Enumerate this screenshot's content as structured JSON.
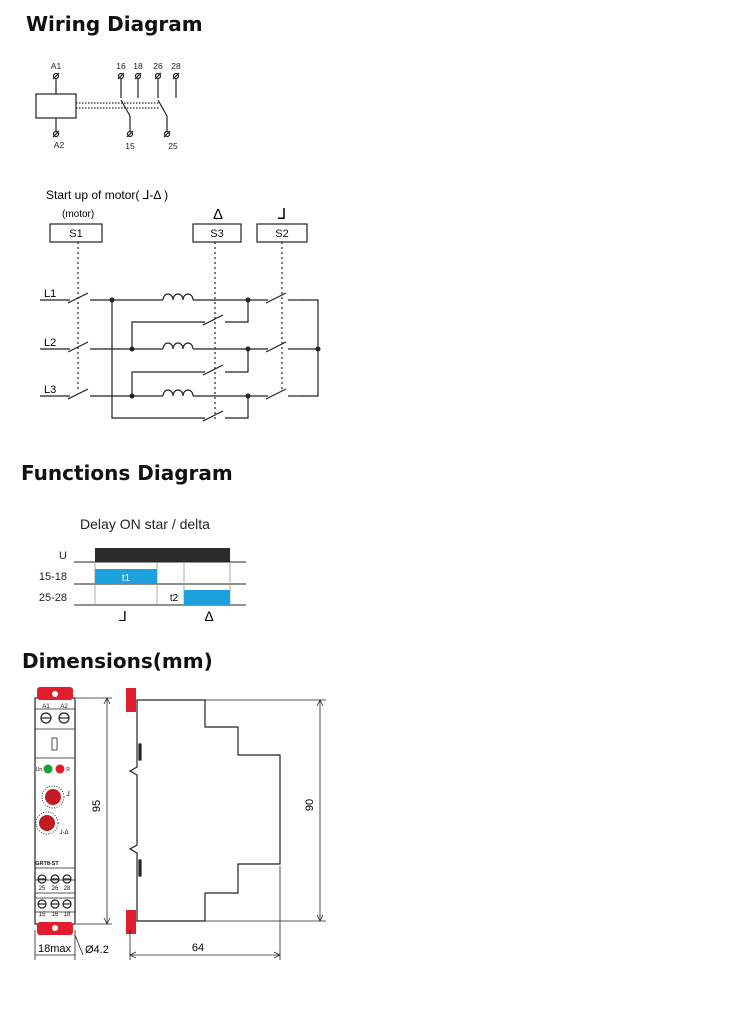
{
  "headings": {
    "wiring": "Wiring Diagram",
    "functions": "Functions Diagram",
    "dimensions": "Dimensions(mm)"
  },
  "wiring": {
    "terminals_top": [
      "A1",
      "16",
      "18",
      "26",
      "28"
    ],
    "terminals_bottom": [
      "A2",
      "15",
      "25"
    ]
  },
  "motor": {
    "caption": "Start up of motor(  ⅃-Δ  )",
    "motor_label": "(motor)",
    "switch_labels": [
      "S1",
      "S3",
      "S2"
    ],
    "delta_symbol": "Δ",
    "star_symbol": "⅃",
    "line_labels": [
      "L1",
      "L2",
      "L3"
    ]
  },
  "functions": {
    "title": "Delay ON star / delta",
    "rows": [
      "U",
      "15-18",
      "25-28"
    ],
    "t1": "t1",
    "t2": "t2",
    "star_symbol": "⅃",
    "delta_symbol": "Δ",
    "colors": {
      "supply": "#2b2b2b",
      "contact": "#1da1dc"
    }
  },
  "dimensions": {
    "front": {
      "top_terminals": [
        "A1",
        "A2"
      ],
      "led_un": "Un",
      "led_r": "R",
      "knob_mark_star": "⅃",
      "knob_mark_stardelta": "⅃-Δ",
      "model": "GRT8-ST",
      "term_row1": [
        "25",
        "26",
        "28"
      ],
      "term_row2": [
        "15",
        "16",
        "18"
      ],
      "colors": {
        "clip": "#e01e2e",
        "led_green": "#19a33a",
        "led_red": "#e01e2e",
        "knob": "#c41a24"
      }
    },
    "height_front": "95",
    "width_front": "18max",
    "hole": "Ø4.2",
    "height_side": "90",
    "depth_side": "64"
  }
}
